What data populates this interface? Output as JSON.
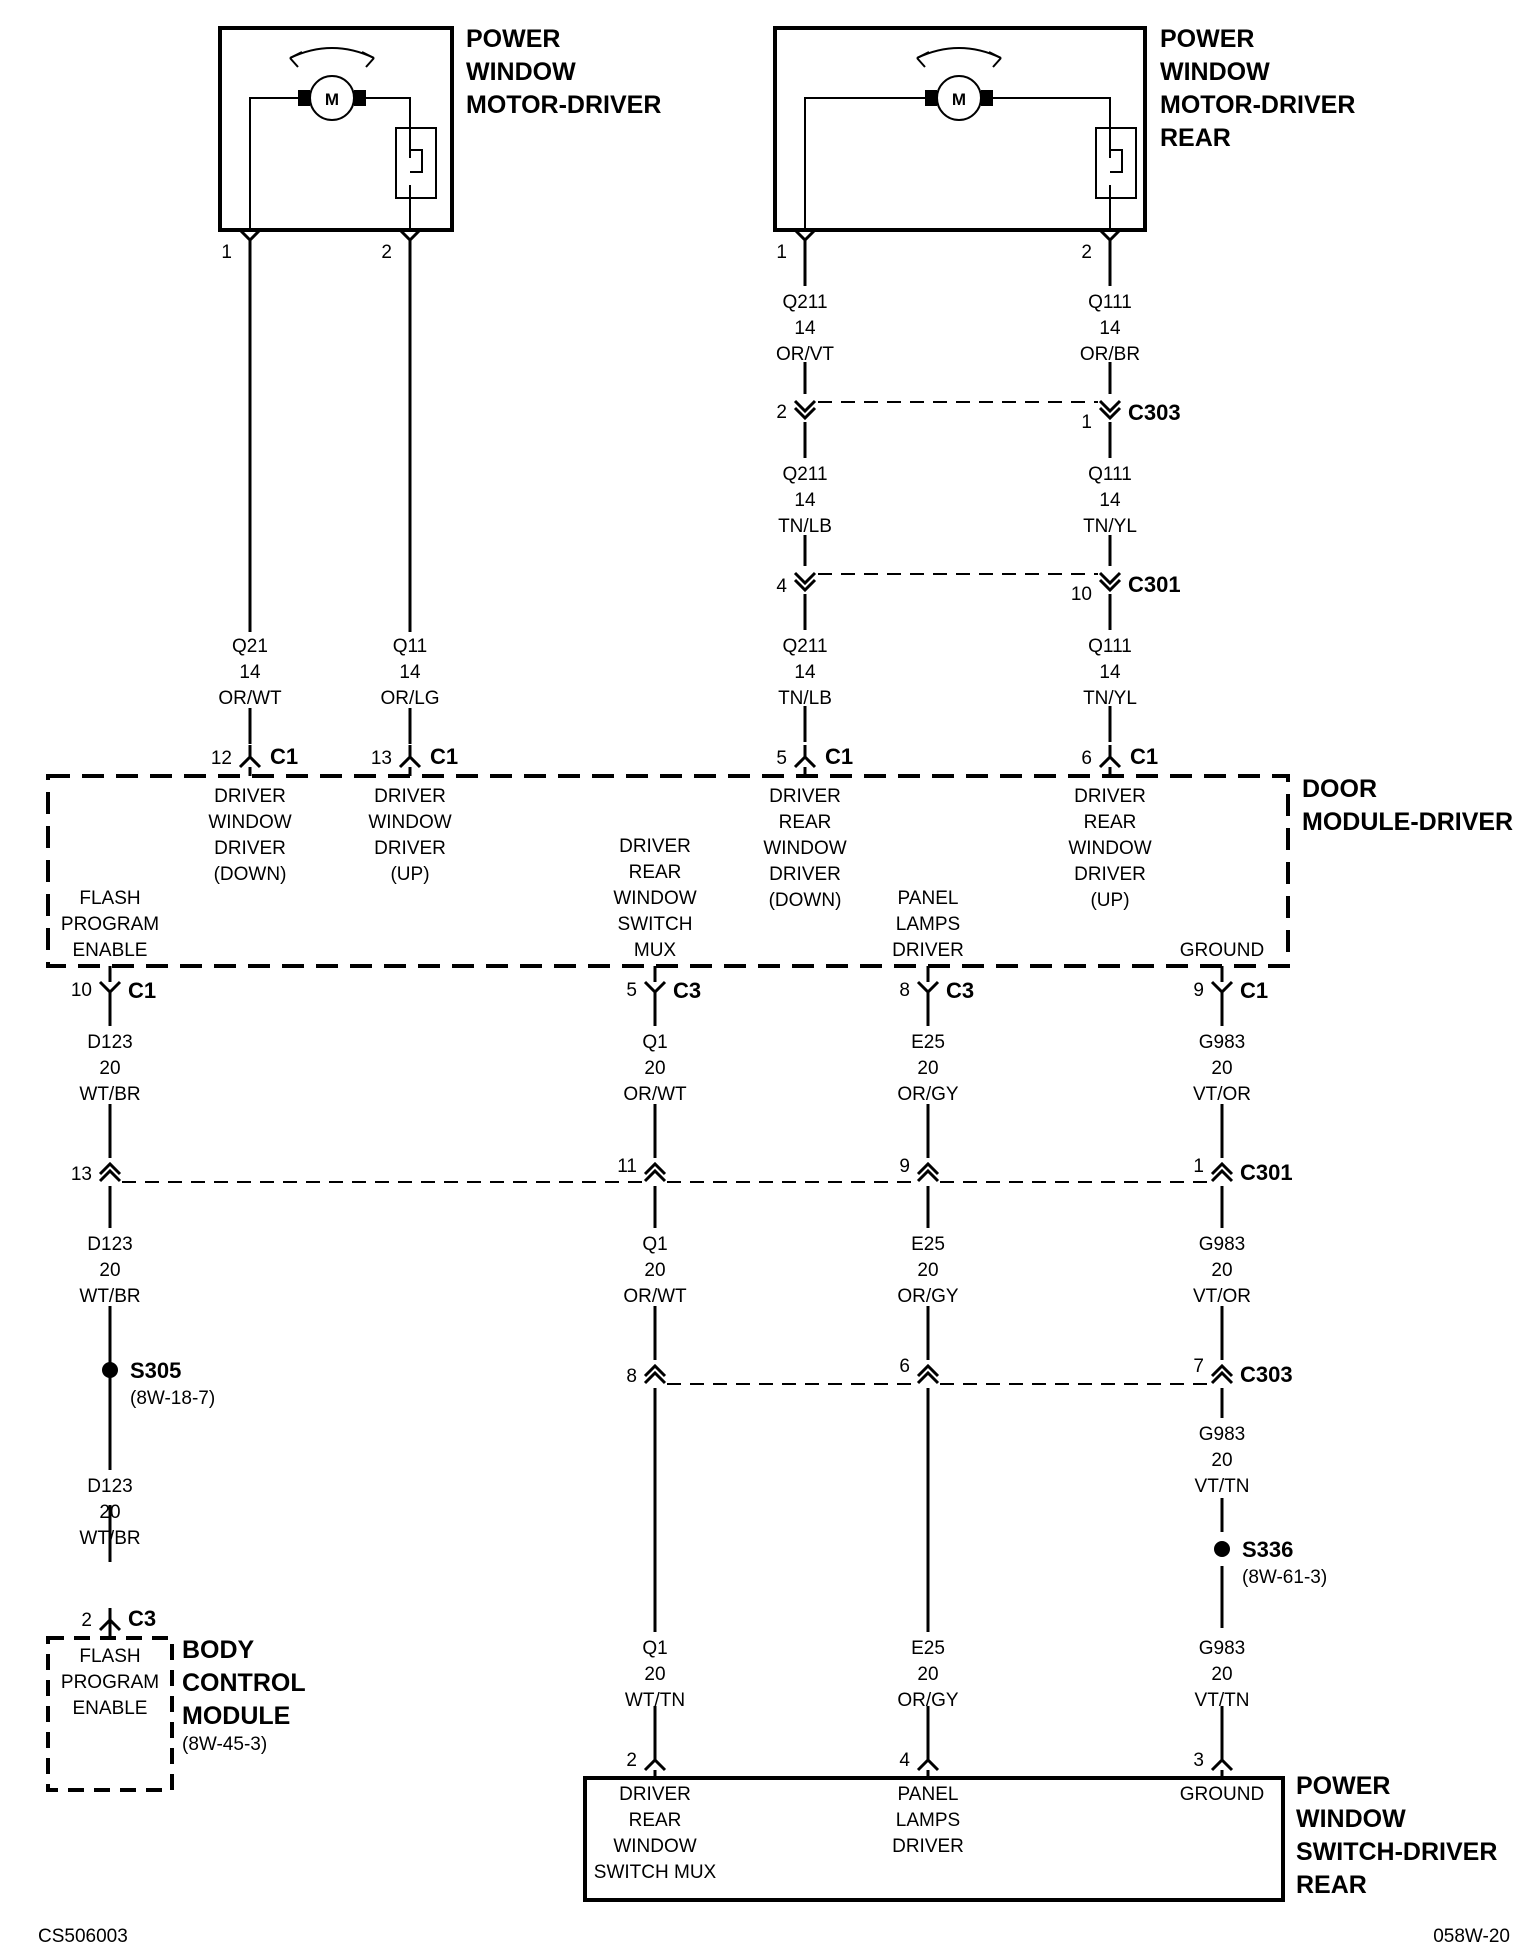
{
  "components": {
    "pwm_driver": {
      "title": [
        "POWER",
        "WINDOW",
        "MOTOR-DRIVER"
      ]
    },
    "pwm_driver_rear": {
      "title": [
        "POWER",
        "WINDOW",
        "MOTOR-DRIVER",
        "REAR"
      ]
    },
    "door_module": {
      "title": [
        "DOOR",
        "MODULE-DRIVER"
      ]
    },
    "bcm": {
      "title": [
        "BODY",
        "CONTROL",
        "MODULE"
      ],
      "ref": "(8W-45-3)"
    },
    "pw_switch_rear": {
      "title": [
        "POWER",
        "WINDOW",
        "SWITCH-DRIVER",
        "REAR"
      ]
    }
  },
  "motor_symbol": "M",
  "motor_pins": [
    "1",
    "2",
    "1",
    "2"
  ],
  "wires": {
    "q211_a": [
      "Q211",
      "14",
      "OR/VT"
    ],
    "q111_a": [
      "Q111",
      "14",
      "OR/BR"
    ],
    "q211_b": [
      "Q211",
      "14",
      "TN/LB"
    ],
    "q111_b": [
      "Q111",
      "14",
      "TN/YL"
    ],
    "q211_c": [
      "Q211",
      "14",
      "TN/LB"
    ],
    "q111_c": [
      "Q111",
      "14",
      "TN/YL"
    ],
    "q21": [
      "Q21",
      "14",
      "OR/WT"
    ],
    "q11": [
      "Q11",
      "14",
      "OR/LG"
    ],
    "d123_a": [
      "D123",
      "20",
      "WT/BR"
    ],
    "q1_a": [
      "Q1",
      "20",
      "OR/WT"
    ],
    "e25_a": [
      "E25",
      "20",
      "OR/GY"
    ],
    "g983_a": [
      "G983",
      "20",
      "VT/OR"
    ],
    "d123_b": [
      "D123",
      "20",
      "WT/BR"
    ],
    "q1_b": [
      "Q1",
      "20",
      "OR/WT"
    ],
    "e25_b": [
      "E25",
      "20",
      "OR/GY"
    ],
    "g983_b": [
      "G983",
      "20",
      "VT/OR"
    ],
    "g983_c": [
      "G983",
      "20",
      "VT/TN"
    ],
    "d123_c": [
      "D123",
      "20",
      "WT/BR"
    ],
    "q1_c": [
      "Q1",
      "20",
      "WT/TN"
    ],
    "e25_c": [
      "E25",
      "20",
      "OR/GY"
    ],
    "g983_d": [
      "G983",
      "20",
      "VT/TN"
    ]
  },
  "connectors": {
    "c303_top": {
      "name": "C303",
      "pins": [
        "2",
        "1"
      ]
    },
    "c301_top": {
      "name": "C301",
      "pins": [
        "4",
        "10"
      ]
    },
    "dm_top": [
      {
        "pin": "12",
        "name": "C1"
      },
      {
        "pin": "13",
        "name": "C1"
      },
      {
        "pin": "5",
        "name": "C1"
      },
      {
        "pin": "6",
        "name": "C1"
      }
    ],
    "dm_bottom": [
      {
        "pin": "10",
        "name": "C1"
      },
      {
        "pin": "5",
        "name": "C3"
      },
      {
        "pin": "8",
        "name": "C3"
      },
      {
        "pin": "9",
        "name": "C1"
      }
    ],
    "c301_bottom": {
      "name": "C301",
      "pins": [
        "13",
        "11",
        "9",
        "1"
      ]
    },
    "c303_bottom": {
      "name": "C303",
      "pins": [
        "8",
        "6",
        "7"
      ]
    },
    "bcm_conn": {
      "pin": "2",
      "name": "C3"
    },
    "switch_conn": {
      "pins": [
        "2",
        "4",
        "3"
      ]
    }
  },
  "door_module_functions": {
    "driver_window_down": [
      "DRIVER",
      "WINDOW",
      "DRIVER",
      "(DOWN)"
    ],
    "driver_window_up": [
      "DRIVER",
      "WINDOW",
      "DRIVER",
      "(UP)"
    ],
    "rear_window_down": [
      "DRIVER",
      "REAR",
      "WINDOW",
      "DRIVER",
      "(DOWN)"
    ],
    "rear_window_up": [
      "DRIVER",
      "REAR",
      "WINDOW",
      "DRIVER",
      "(UP)"
    ],
    "flash_program": [
      "FLASH",
      "PROGRAM",
      "ENABLE"
    ],
    "switch_mux": [
      "DRIVER",
      "REAR",
      "WINDOW",
      "SWITCH",
      "MUX"
    ],
    "panel_lamps": [
      "PANEL",
      "LAMPS",
      "DRIVER"
    ],
    "ground": [
      "GROUND"
    ]
  },
  "bcm_function": [
    "FLASH",
    "PROGRAM",
    "ENABLE"
  ],
  "switch_functions": {
    "mux": [
      "DRIVER",
      "REAR",
      "WINDOW",
      "SWITCH MUX"
    ],
    "panel_lamps": [
      "PANEL",
      "LAMPS",
      "DRIVER"
    ],
    "ground": [
      "GROUND"
    ]
  },
  "splices": {
    "s305": {
      "name": "S305",
      "ref": "(8W-18-7)"
    },
    "s336": {
      "name": "S336",
      "ref": "(8W-61-3)"
    }
  },
  "footer": {
    "left": "CS506003",
    "right": "058W-20"
  }
}
